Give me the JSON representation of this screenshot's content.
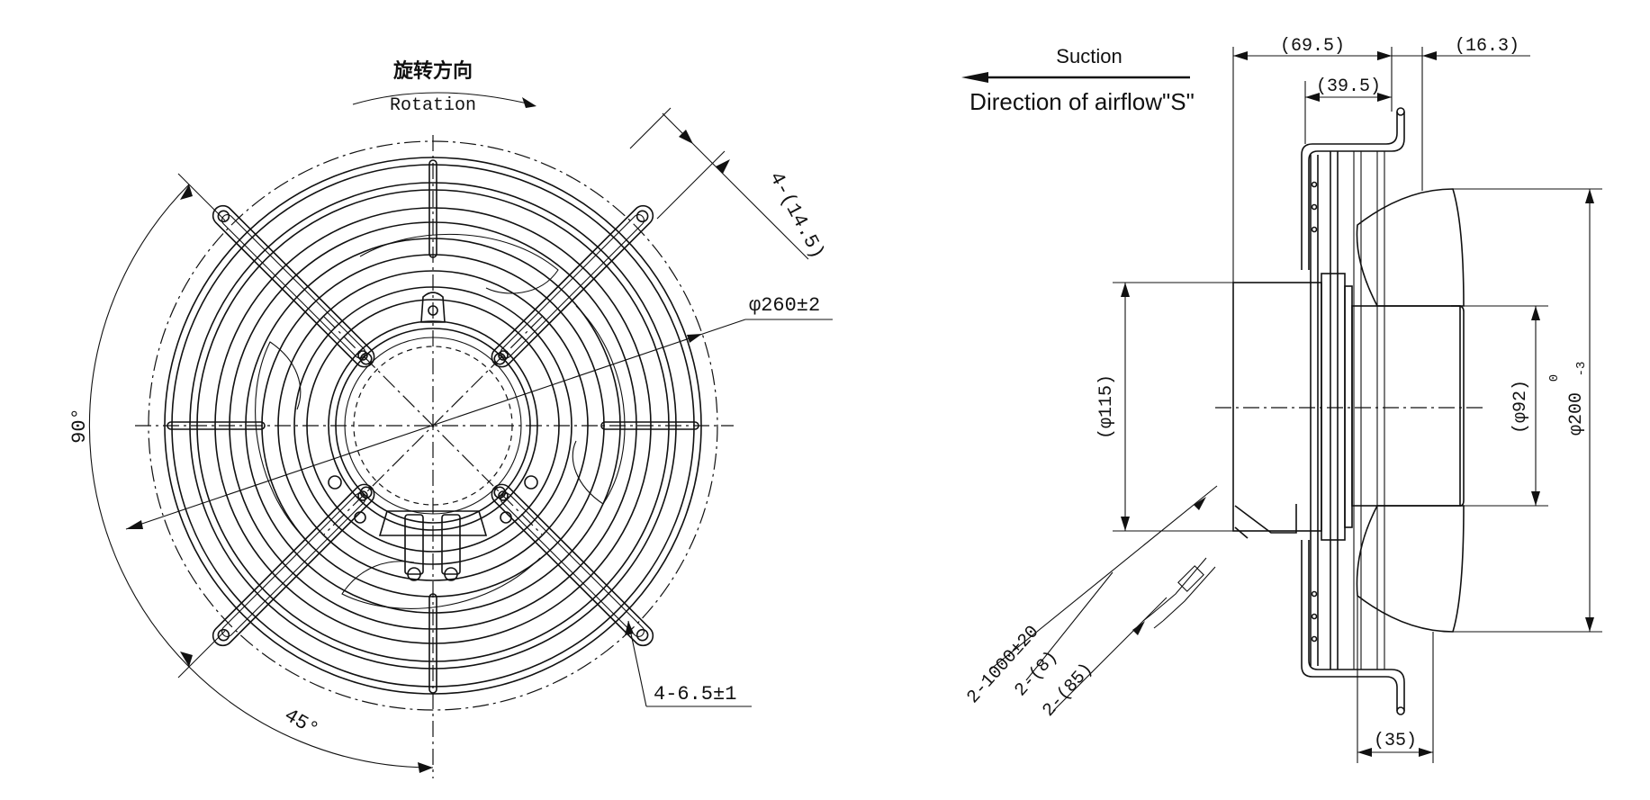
{
  "front_view": {
    "rotation_cn": "旋转方向",
    "rotation_en": "Rotation",
    "slot_width": "4-(14.5)",
    "outer_diameter": "φ260±2",
    "mount_angle": "90°",
    "half_angle": "45°",
    "hole_spec": "4-6.5±1"
  },
  "side_view": {
    "suction": "Suction",
    "airflow": "Direction of airflow\"S\"",
    "dim_depth_total": "(69.5)",
    "dim_depth_motor": "(39.5)",
    "dim_front": "(16.3)",
    "dim_body": "(φ115)",
    "dim_hub": "(φ92)",
    "dim_impeller": "φ200",
    "tol_upper": "0",
    "tol_lower": "-3",
    "dim_blade": "(35)",
    "cable_length": "2-1000±20",
    "cable_strip": "2-(8)",
    "cable_jacket": "2-(85)"
  }
}
